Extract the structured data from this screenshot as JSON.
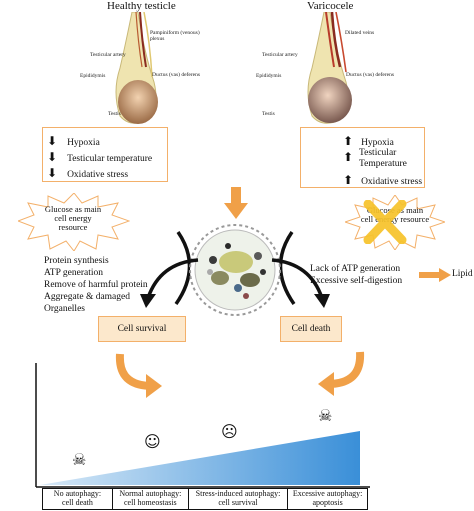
{
  "healthy": {
    "title": "Healthy testicle",
    "labels": {
      "pampiniform": "Pampiniform (venous) plexus",
      "artery": "Testicular artery",
      "epididymis": "Epididymis",
      "ductus": "Ductus (vas) deferens",
      "testis": "Testis"
    },
    "effects": [
      {
        "arrow": "down",
        "text": "Hypoxia"
      },
      {
        "arrow": "down",
        "text": "Testicular temperature"
      },
      {
        "arrow": "down",
        "text": "Oxidative stress"
      }
    ]
  },
  "varicocele": {
    "title": "Varicocele",
    "labels": {
      "dilated": "Dilated veins",
      "artery": "Testicular artery",
      "epididymis": "Epididymis",
      "ductus": "Ductus (vas) deferens",
      "testis": "Testis"
    },
    "effects": [
      {
        "arrow": "up",
        "text": "Hypoxia"
      },
      {
        "arrow": "up",
        "text": "Testicular Temperature"
      },
      {
        "arrow": "up",
        "text": "Oxidative stress"
      }
    ]
  },
  "glucose_note": "Glucose as main cell energy resource",
  "survival_processes": "Protein synthesis\nATP generation\nRemove of harmful protein\nAggregate & damaged\nOrganelles",
  "death_processes": "Lack of ATP generation\nExcessive self-digestion",
  "lipid_label": "Lipid",
  "cell_survival": "Cell survival",
  "cell_death": "Cell death",
  "stages": [
    "No autophagy:\ncell death",
    "Normal autophagy:\ncell homeostasis",
    "Stress-induced autophagy:\ncell survival",
    "Excessive autophagy:\napoptosis"
  ],
  "icons": [
    "skull-icon",
    "smile-icon",
    "frown-icon",
    "skull-icon"
  ],
  "colors": {
    "orange": "#f0a048",
    "box_border": "#f3b06a",
    "gradient_start": "#d8e9f7",
    "gradient_end": "#3a8fd8"
  }
}
